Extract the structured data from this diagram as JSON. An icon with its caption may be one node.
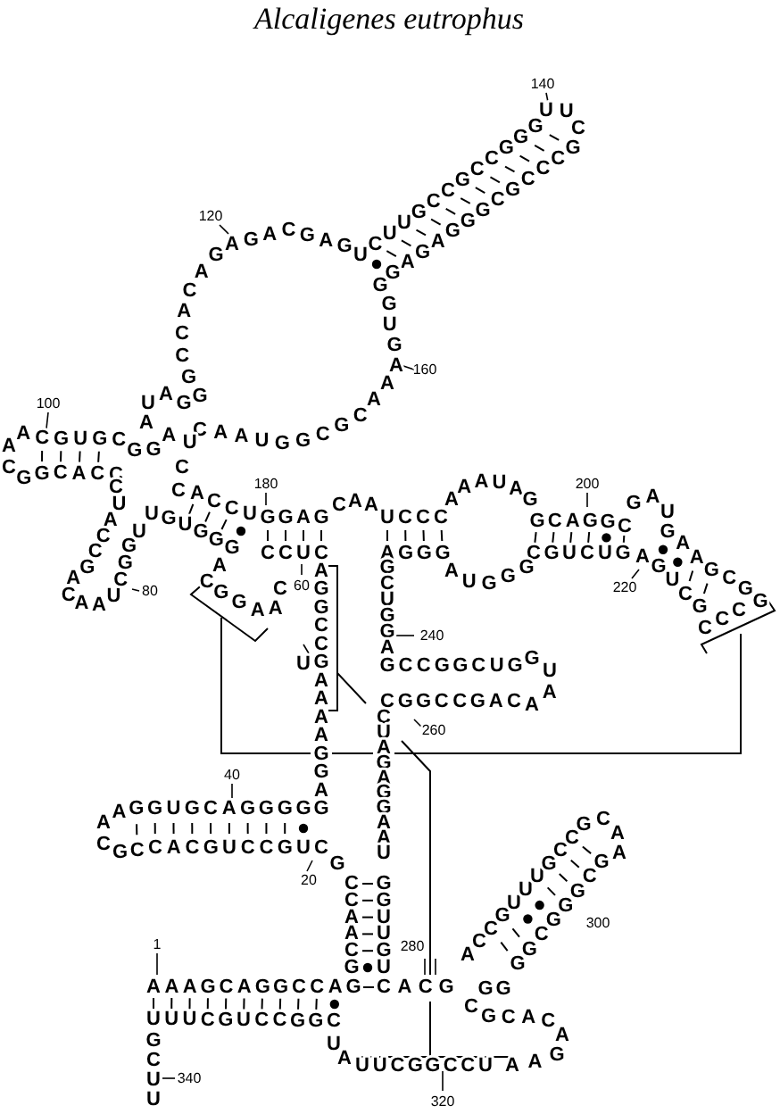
{
  "diagram": {
    "title": "Alcaligenes eutrophus",
    "labels": [
      "140",
      "120",
      "AGACGAG",
      "UCUUGCCGCCGGG",
      "UUC",
      "GCCCGCGGGAGAG",
      "GACACCGG",
      "UAG",
      "GGUGA",
      "160",
      "CAAUGGCGCAA",
      "100",
      "AACGUGCGG",
      "CGGCACC",
      "AAUC",
      "CUACCGACAAUCGGU",
      "80",
      "CACCU",
      "UGUGGG",
      "180",
      "GGAG",
      "CAA",
      "UCCC",
      "AAAUAG",
      "200",
      "GCAGGC",
      "GAU",
      "GAAGCGG",
      "CCC",
      "CCUC",
      "AGGG",
      "CGUCUG",
      "AGUCG",
      "220",
      "AUGGG",
      "60",
      "ACGGAAC",
      "GCUGGA",
      "240",
      "GCCGGCUGG",
      "UAA",
      "CGGCCGAC",
      "260",
      "AGGCCGAAAAGGAG",
      "U",
      "40",
      "AAGGUGCAGGGG",
      "CGCCACGUCCGU",
      "CG",
      "20",
      "CUAGAGGAAU",
      "CCAACG",
      "GGUUGU",
      "280",
      "ACCGUUUGCCG",
      "CAA",
      "GCGGGCGG",
      "300",
      "1",
      "AAAGCAGGCCAG",
      "CACG",
      "GG",
      "UUUCGUCCGGC",
      "CGCACA",
      "GCUU",
      "340",
      "UA",
      "UUCGGCCU",
      "AAG",
      "320"
    ]
  }
}
